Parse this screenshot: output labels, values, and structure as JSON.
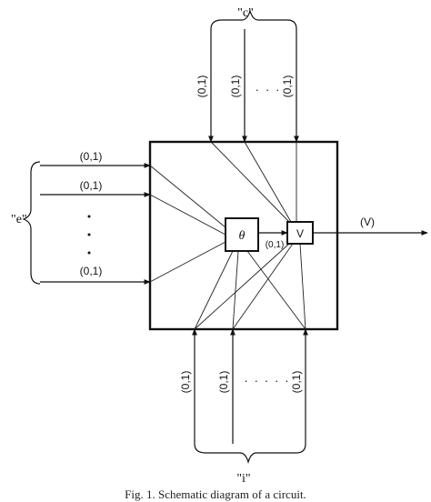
{
  "diagram": {
    "top_group_label": "\"c\"",
    "top_inputs": [
      "(0,1)",
      "(0,1)",
      "(0,1)"
    ],
    "top_ellipsis": ". . .",
    "left_group_label": "\"e\"",
    "left_inputs": [
      "(0,1)",
      "(0,1)",
      "(0,1)"
    ],
    "left_ellipsis": "·\n·\n·",
    "bottom_group_label": "\"i\"",
    "bottom_inputs": [
      "(0,1)",
      "(0,1)",
      "(0,1)"
    ],
    "bottom_ellipsis": ". . . . .",
    "theta_label": "θ",
    "or_label": "V",
    "internal_label": "(0,1)",
    "output_label": "(V)"
  },
  "caption": "Fig. 1. Schematic diagram of a circuit."
}
